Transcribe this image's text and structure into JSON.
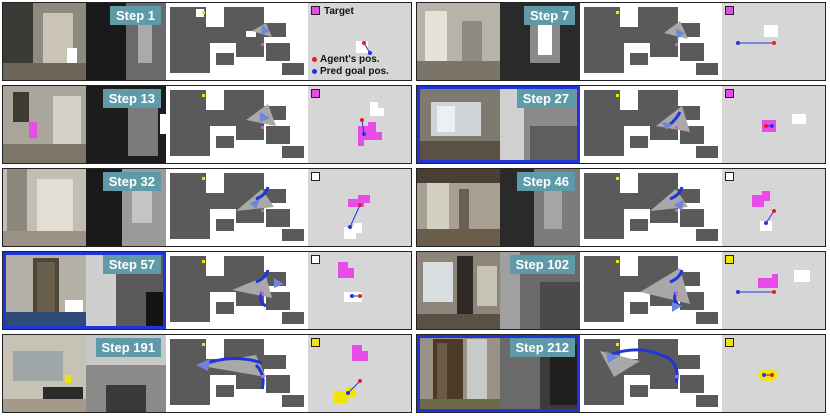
{
  "legend": {
    "target": "Target",
    "agent_pos": "Agent's pos.",
    "pred_goal_pos": "Pred goal pos.",
    "target_color": "#e84ce8",
    "agent_color": "#e0201c",
    "pred_color": "#2434e0"
  },
  "steps": [
    {
      "label": "Step 1",
      "swatch": "#e84ce8"
    },
    {
      "label": "Step 7",
      "swatch": "#e84ce8"
    },
    {
      "label": "Step 13",
      "swatch": "#e84ce8"
    },
    {
      "label": "Step 27",
      "swatch": "#e84ce8"
    },
    {
      "label": "Step 32",
      "swatch": "#ffffff"
    },
    {
      "label": "Step 46",
      "swatch": "#ffffff"
    },
    {
      "label": "Step 57",
      "swatch": "#ffffff"
    },
    {
      "label": "Step 102",
      "swatch": "#f2e600"
    },
    {
      "label": "Step 191",
      "swatch": "#f2e600"
    },
    {
      "label": "Step 212",
      "swatch": "#f2e600"
    }
  ]
}
